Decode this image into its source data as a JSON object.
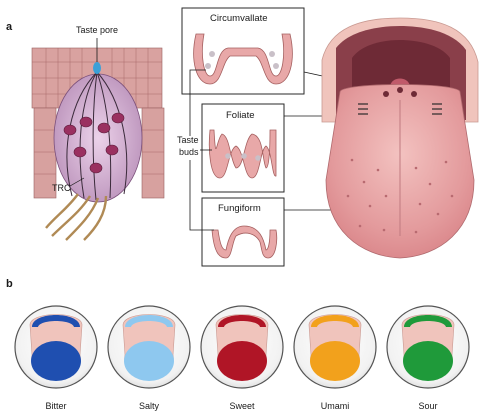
{
  "panel_a": {
    "letter": "a",
    "taste_pore_label": "Taste pore",
    "trc_label": "TRC",
    "taste_buds_label_line1": "Taste",
    "taste_buds_label_line2": "buds",
    "papillae": [
      {
        "name": "Circumvallate"
      },
      {
        "name": "Foliate"
      },
      {
        "name": "Fungiform"
      }
    ]
  },
  "panel_b": {
    "letter": "b",
    "tastes": [
      {
        "name": "Bitter",
        "color": "#1f4fb0"
      },
      {
        "name": "Salty",
        "color": "#8ec8ef"
      },
      {
        "name": "Sweet",
        "color": "#b01526"
      },
      {
        "name": "Umami",
        "color": "#f2a11c"
      },
      {
        "name": "Sour",
        "color": "#1f9a3a"
      }
    ]
  },
  "colors": {
    "tissue": "#e8a8a8",
    "tongue": "#e7a6a6",
    "mouth": "#8a3f4a",
    "tongue_base": "#f0c4bc"
  }
}
